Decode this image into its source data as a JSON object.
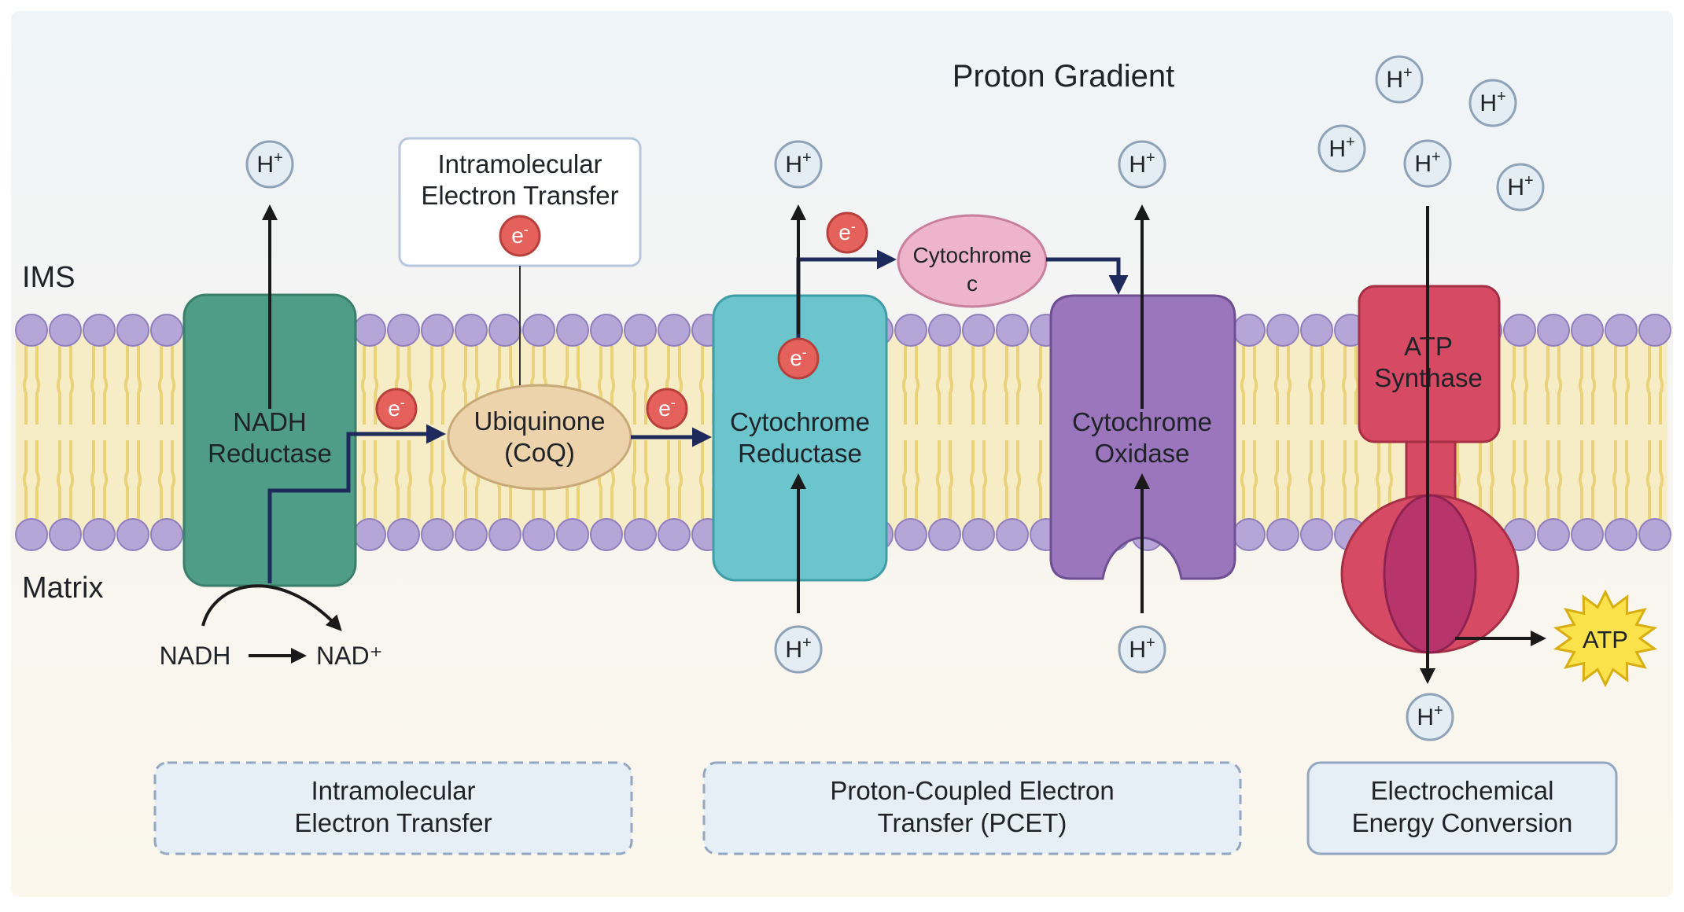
{
  "labels": {
    "ims": "IMS",
    "matrix": "Matrix",
    "proton_gradient": "Proton Gradient"
  },
  "complexes": {
    "nadh_reductase": [
      "NADH",
      "Reductase"
    ],
    "ubiquinone": [
      "Ubiquinone",
      "(CoQ)"
    ],
    "cytochrome_reductase": [
      "Cytochrome",
      "Reductase"
    ],
    "cytochrome_c": [
      "Cytochrome",
      "c"
    ],
    "cytochrome_oxidase": [
      "Cytochrome",
      "Oxidase"
    ],
    "atp_synthase": [
      "ATP",
      "Synthase"
    ]
  },
  "callout": [
    "Intramolecular",
    "Electron Transfer"
  ],
  "reaction": {
    "reactant": "NADH",
    "product": "NAD⁺"
  },
  "proton": "H",
  "electron": "e",
  "atp": "ATP",
  "bottom_boxes": {
    "intramolecular": [
      "Intramolecular",
      "Electron Transfer"
    ],
    "pcet": [
      "Proton-Coupled Electron",
      "Transfer (PCET)"
    ],
    "electrochemical": [
      "Electrochemical",
      "Energy Conversion"
    ]
  },
  "colors": {
    "nadh_reductase": "#4f9d86",
    "ubiquinone": "#ecd3ac",
    "cytochrome_reductase": "#6cc4cc",
    "cytochrome_c": "#eeb4c9",
    "cytochrome_oxidase": "#9b76bd",
    "atp_synthase": "#d64a64",
    "electron": "#e5615c",
    "proton": "#e4edf4",
    "atp": "#fbe24a",
    "arrow": "#1f2a5c",
    "phospholipid_head": "#b6a6d8",
    "lipid_tail": "#e9d27a"
  }
}
